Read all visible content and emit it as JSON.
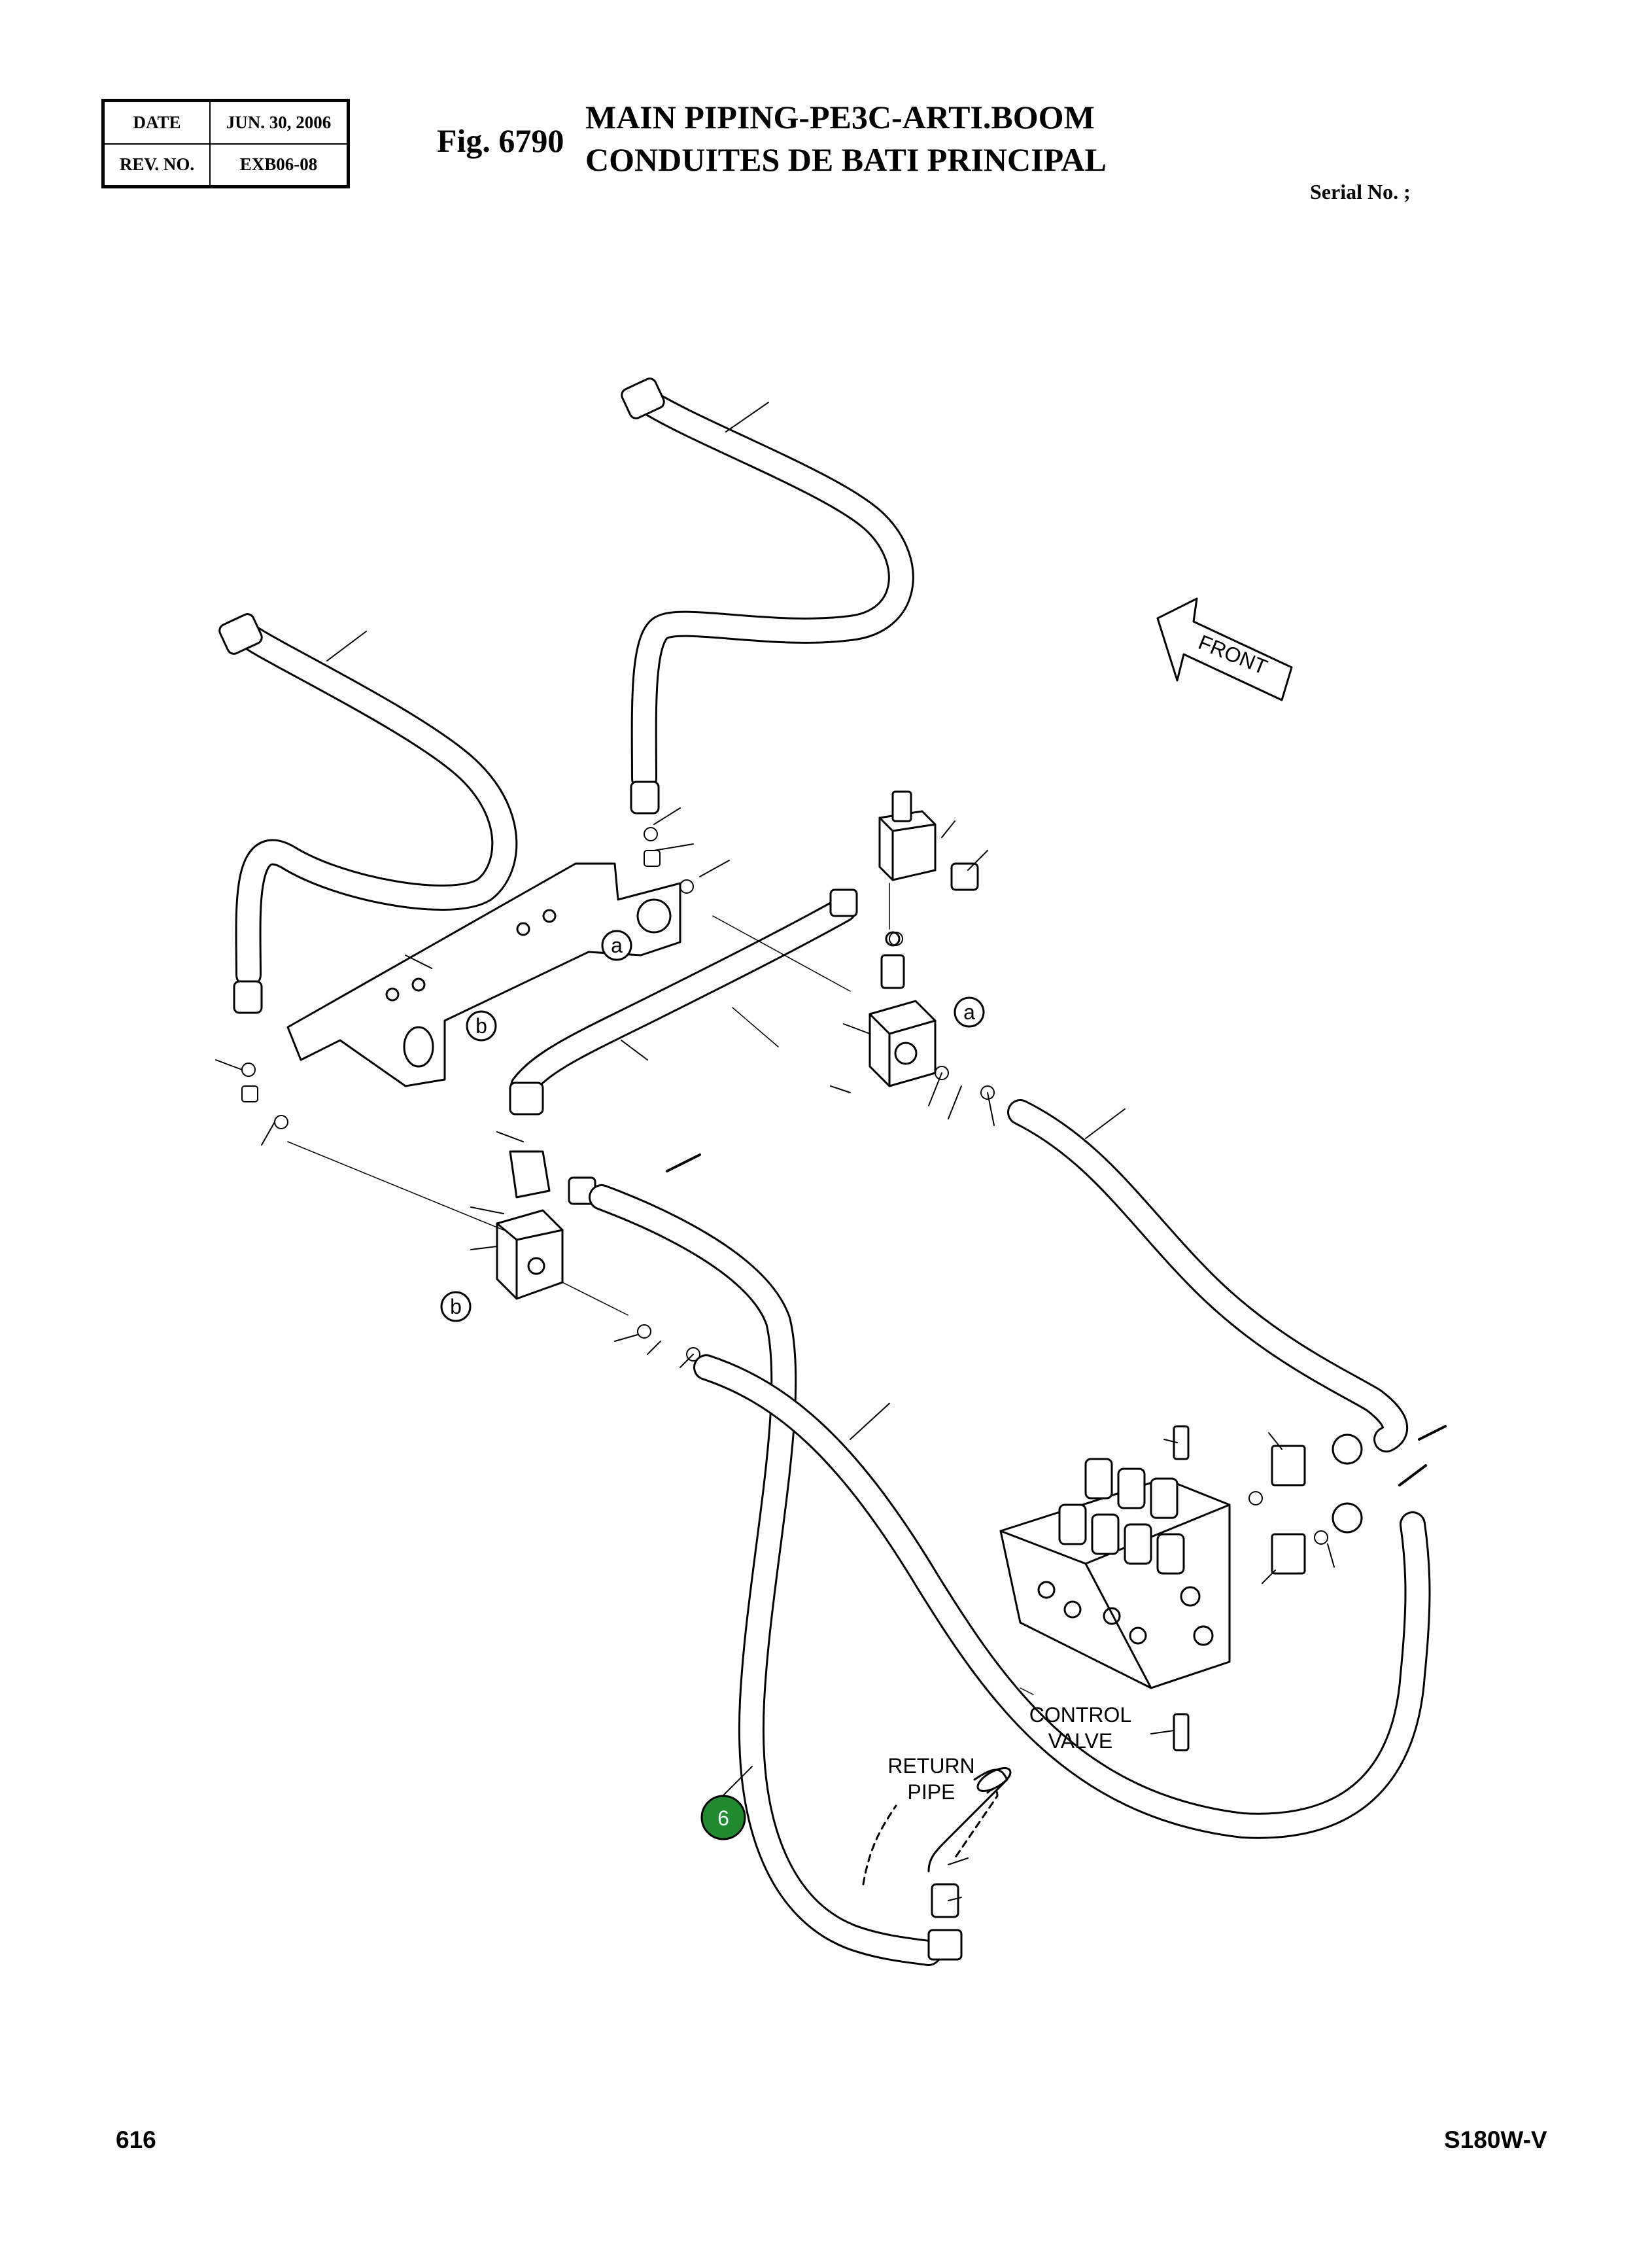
{
  "header": {
    "date_label": "DATE",
    "date_value": "JUN. 30, 2006",
    "rev_label": "REV. NO.",
    "rev_value": "EXB06-08",
    "fig_label": "Fig. 6790",
    "title_en": "MAIN PIPING-PE3C-ARTI.BOOM",
    "title_fr": "CONDUITES DE BATI PRINCIPAL",
    "serial": "Serial No. ;"
  },
  "diagram": {
    "front_arrow_label": "FRONT",
    "control_valve_line1": "CONTROL",
    "control_valve_line2": "VALVE",
    "return_pipe_line1": "RETURN",
    "return_pipe_line2": "PIPE",
    "callouts": [
      {
        "id": "a",
        "label": "a"
      },
      {
        "id": "a2",
        "label": "a"
      },
      {
        "id": "b",
        "label": "b"
      },
      {
        "id": "b2",
        "label": "b"
      }
    ],
    "highlight_marker": {
      "label": "6",
      "color": "#1f8a2e"
    }
  },
  "footer": {
    "page_number": "616",
    "model": "S180W-V"
  }
}
